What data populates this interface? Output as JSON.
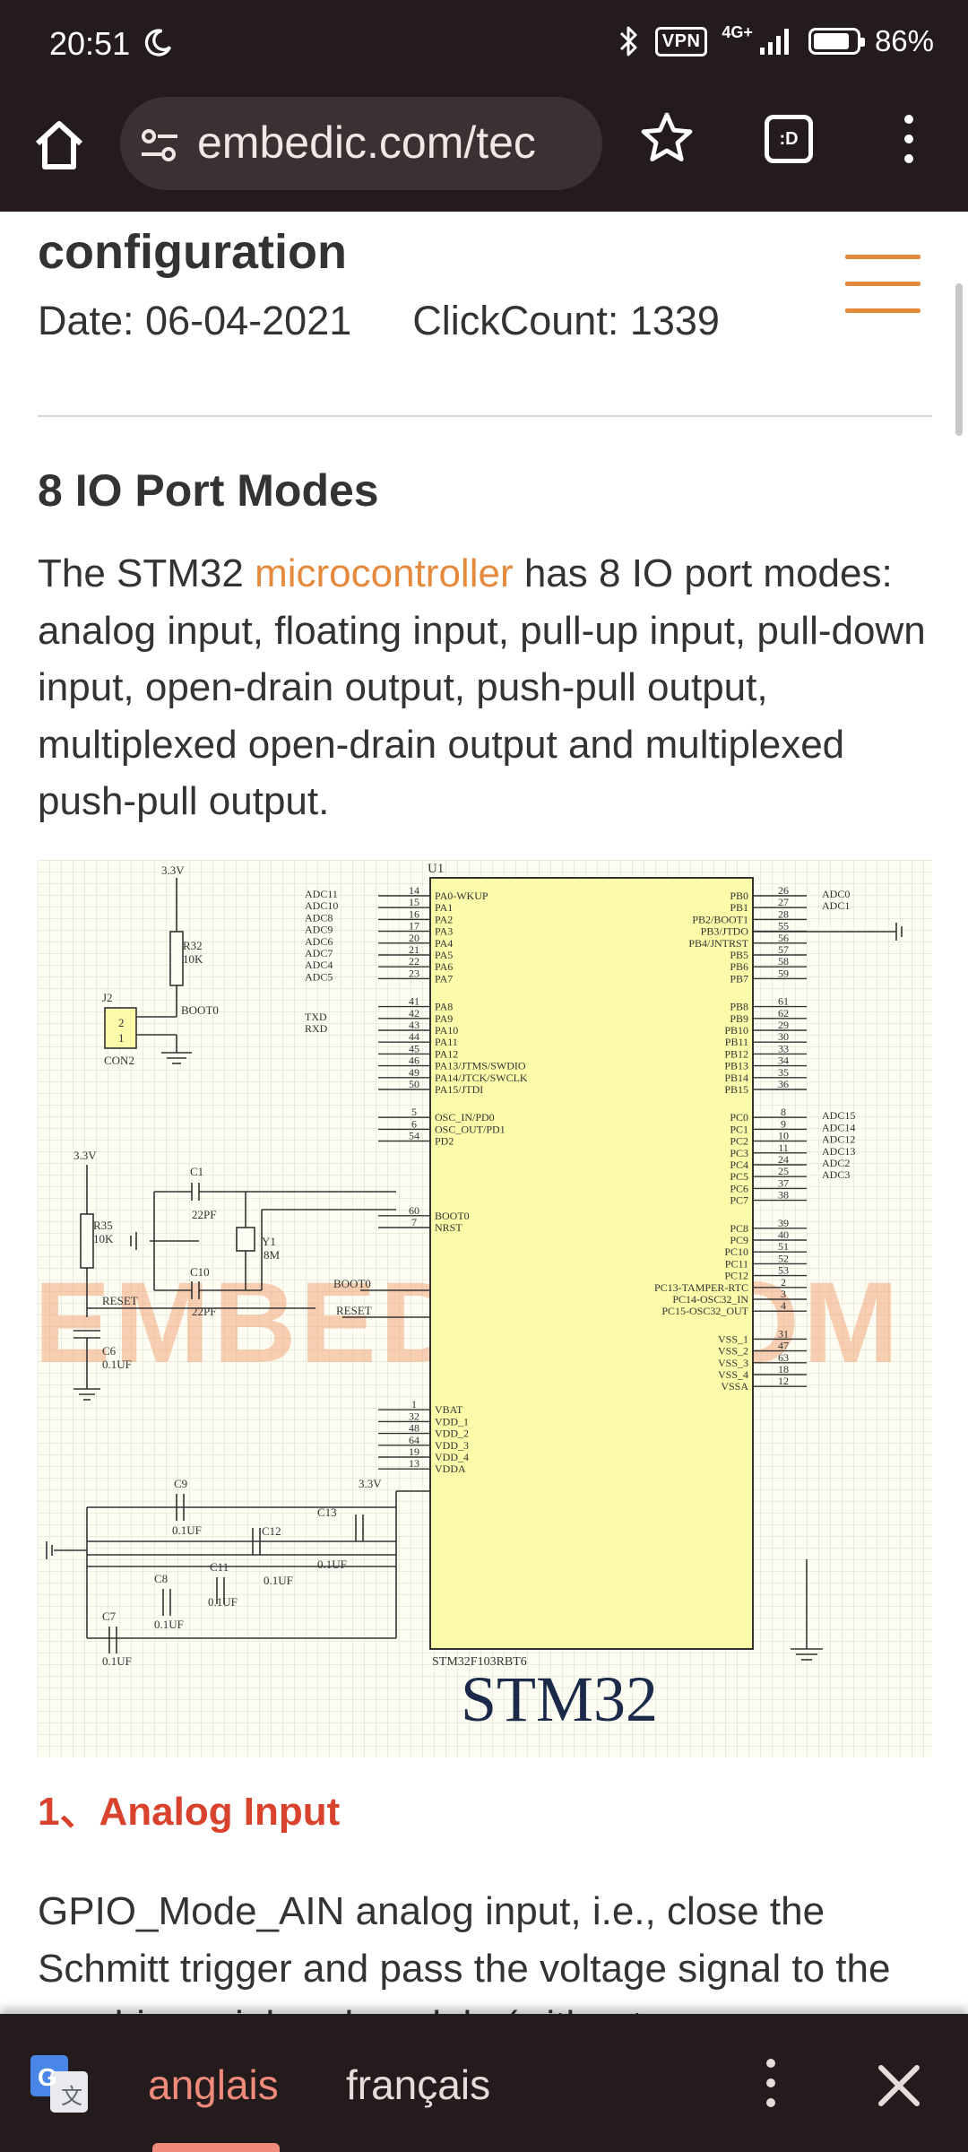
{
  "status_bar": {
    "time": "20:51",
    "network": "4G+",
    "vpn": "VPN",
    "battery": "86%",
    "battery_level": 0.86
  },
  "browser": {
    "url": "embedic.com/tec",
    "tab_switcher_label": ":D"
  },
  "article": {
    "title": "configuration",
    "date": "Date: 06-04-2021",
    "clickcount": "ClickCount: 1339",
    "section_heading": "8 IO Port Modes",
    "para_before_link": "The STM32 ",
    "link_text": "microcontroller",
    "para_after_link": "  has 8 IO port modes: analog input, floating input, pull-up input, pull-down input, open-drain output, push-pull output, multiplexed open-drain output and multiplexed push-pull output.",
    "subheading": "1、Analog Input",
    "body_text": "GPIO_Mode_AIN analog input, i.e., close the Schmitt trigger and pass the voltage signal to the on-chip peripheral module (without"
  },
  "schematic": {
    "chip_id": "U1",
    "part_number": "STM32F103RBT6",
    "caption": "STM32",
    "watermark": "EMBEDIC.COM",
    "left_pins": [
      {
        "num": "14",
        "name": "PA0-WKUP",
        "net": "ADC11"
      },
      {
        "num": "15",
        "name": "PA1",
        "net": "ADC10"
      },
      {
        "num": "16",
        "name": "PA2",
        "net": "ADC8"
      },
      {
        "num": "17",
        "name": "PA3",
        "net": "ADC9"
      },
      {
        "num": "20",
        "name": "PA4",
        "net": "ADC6"
      },
      {
        "num": "21",
        "name": "PA5",
        "net": "ADC7"
      },
      {
        "num": "22",
        "name": "PA6",
        "net": "ADC4"
      },
      {
        "num": "23",
        "name": "PA7",
        "net": "ADC5"
      },
      {
        "num": "41",
        "name": "PA8",
        "net": ""
      },
      {
        "num": "42",
        "name": "PA9",
        "net": "TXD"
      },
      {
        "num": "43",
        "name": "PA10",
        "net": "RXD"
      },
      {
        "num": "44",
        "name": "PA11",
        "net": ""
      },
      {
        "num": "45",
        "name": "PA12",
        "net": ""
      },
      {
        "num": "46",
        "name": "PA13/JTMS/SWDIO",
        "net": ""
      },
      {
        "num": "49",
        "name": "PA14/JTCK/SWCLK",
        "net": ""
      },
      {
        "num": "50",
        "name": "PA15/JTDI",
        "net": ""
      },
      {
        "num": "5",
        "name": "OSC_IN/PD0",
        "net": ""
      },
      {
        "num": "6",
        "name": "OSC_OUT/PD1",
        "net": ""
      },
      {
        "num": "54",
        "name": "PD2",
        "net": ""
      },
      {
        "num": "60",
        "name": "BOOT0",
        "net": "BOOT0"
      },
      {
        "num": "7",
        "name": "NRST",
        "net": "RESET"
      },
      {
        "num": "1",
        "name": "VBAT",
        "net": "3.3V"
      },
      {
        "num": "32",
        "name": "VDD_1",
        "net": ""
      },
      {
        "num": "48",
        "name": "VDD_2",
        "net": ""
      },
      {
        "num": "64",
        "name": "VDD_3",
        "net": ""
      },
      {
        "num": "19",
        "name": "VDD_4",
        "net": ""
      },
      {
        "num": "13",
        "name": "VDDA",
        "net": ""
      }
    ],
    "right_pins": [
      {
        "num": "26",
        "name": "PB0",
        "net": "ADC0"
      },
      {
        "num": "27",
        "name": "PB1",
        "net": "ADC1"
      },
      {
        "num": "28",
        "name": "PB2/BOOT1",
        "net": ""
      },
      {
        "num": "55",
        "name": "PB3/JTDO",
        "net": ""
      },
      {
        "num": "56",
        "name": "PB4/JNTRST",
        "net": ""
      },
      {
        "num": "57",
        "name": "PB5",
        "net": ""
      },
      {
        "num": "58",
        "name": "PB6",
        "net": ""
      },
      {
        "num": "59",
        "name": "PB7",
        "net": ""
      },
      {
        "num": "61",
        "name": "PB8",
        "net": ""
      },
      {
        "num": "62",
        "name": "PB9",
        "net": ""
      },
      {
        "num": "29",
        "name": "PB10",
        "net": ""
      },
      {
        "num": "30",
        "name": "PB11",
        "net": ""
      },
      {
        "num": "33",
        "name": "PB12",
        "net": ""
      },
      {
        "num": "34",
        "name": "PB13",
        "net": ""
      },
      {
        "num": "35",
        "name": "PB14",
        "net": ""
      },
      {
        "num": "36",
        "name": "PB15",
        "net": ""
      },
      {
        "num": "8",
        "name": "PC0",
        "net": "ADC15"
      },
      {
        "num": "9",
        "name": "PC1",
        "net": "ADC14"
      },
      {
        "num": "10",
        "name": "PC2",
        "net": "ADC12"
      },
      {
        "num": "11",
        "name": "PC3",
        "net": "ADC13"
      },
      {
        "num": "24",
        "name": "PC4",
        "net": "ADC2"
      },
      {
        "num": "25",
        "name": "PC5",
        "net": "ADC3"
      },
      {
        "num": "37",
        "name": "PC6",
        "net": ""
      },
      {
        "num": "38",
        "name": "PC7",
        "net": ""
      },
      {
        "num": "39",
        "name": "PC8",
        "net": ""
      },
      {
        "num": "40",
        "name": "PC9",
        "net": ""
      },
      {
        "num": "51",
        "name": "PC10",
        "net": ""
      },
      {
        "num": "52",
        "name": "PC11",
        "net": ""
      },
      {
        "num": "53",
        "name": "PC12",
        "net": ""
      },
      {
        "num": "2",
        "name": "PC13-TAMPER-RTC",
        "net": ""
      },
      {
        "num": "3",
        "name": "PC14-OSC32_IN",
        "net": ""
      },
      {
        "num": "4",
        "name": "PC15-OSC32_OUT",
        "net": ""
      },
      {
        "num": "31",
        "name": "VSS_1",
        "net": ""
      },
      {
        "num": "47",
        "name": "VSS_2",
        "net": ""
      },
      {
        "num": "63",
        "name": "VSS_3",
        "net": ""
      },
      {
        "num": "18",
        "name": "VSS_4",
        "net": ""
      },
      {
        "num": "12",
        "name": "VSSA",
        "net": ""
      }
    ],
    "labels": {
      "v33": "3.3V",
      "r32": "R32",
      "r32_val": "10K",
      "r35": "R35",
      "r35_val": "10K",
      "j2": "J2",
      "con2": "CON2",
      "j2_pin2": "2",
      "j2_pin1": "1",
      "boot0": "BOOT0",
      "reset": "RESET",
      "c1": "C1",
      "c1_val": "22PF",
      "c10": "C10",
      "c10_val": "22PF",
      "y1": "Y1",
      "y1_val": "8M",
      "c6": "C6",
      "c6_val": "0.1UF",
      "c7": "C7",
      "c8": "C8",
      "c9": "C9",
      "c11": "C11",
      "c12": "C12",
      "c13": "C13",
      "cap_val": "0.1UF"
    }
  },
  "translate_bar": {
    "source_lang": "anglais",
    "target_lang": "français"
  },
  "colors": {
    "chrome_bg": "#231b1c",
    "accent_orange": "#e58a3c",
    "heading_red": "#d9432d",
    "translate_active": "#f08a7a",
    "chip_fill": "#fbfbaa"
  }
}
